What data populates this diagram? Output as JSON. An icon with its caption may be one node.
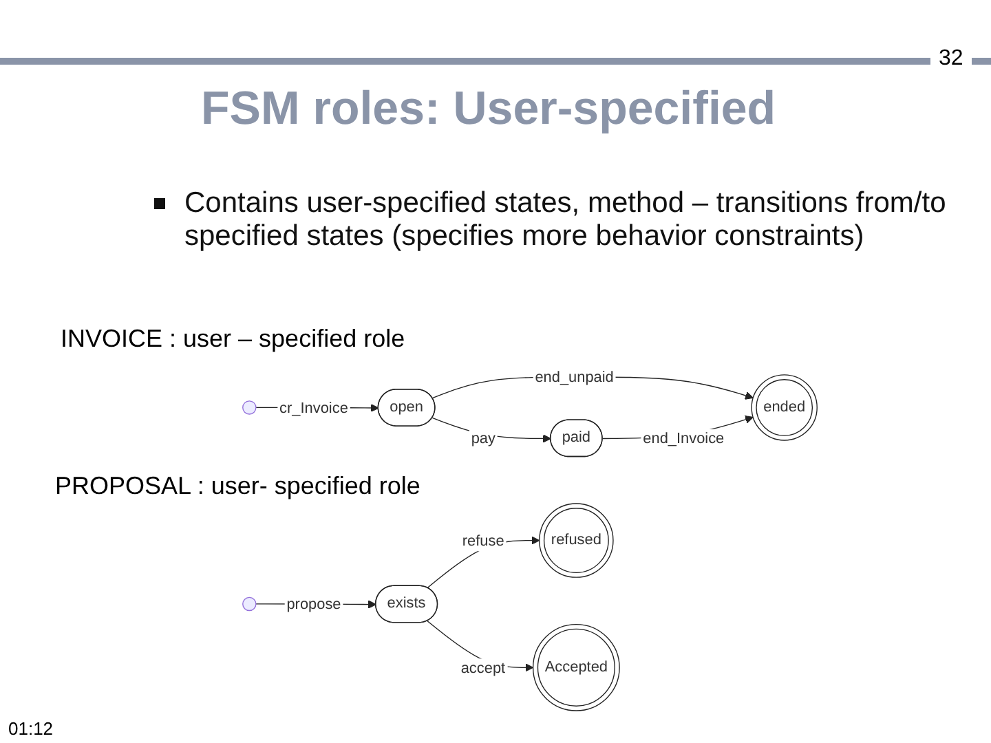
{
  "diagram": {
    "title": "FSM roles: User-specified",
    "nodes": [
      {
        "text": [],
        "shape": "circle"
      },
      {
        "text": [
          "open"
        ]
      },
      {
        "text": [
          "ended"
        ]
      },
      {
        "text": [
          "paid"
        ]
      },
      {
        "text": [],
        "shape": "circle"
      },
      {
        "text": [
          "exists"
        ]
      },
      {
        "text": [
          "refused"
        ]
      },
      {
        "text": [
          "Accepted"
        ]
      }
    ],
    "edges": [
      {
        "from": 0,
        "to": 1,
        "arrow": "to",
        "label": "cr_Invoice"
      },
      {
        "from": 1,
        "to": 2,
        "arrow": "to",
        "label": "end_unpaid"
      },
      {
        "from": 1,
        "to": 3,
        "arrow": "to",
        "label": "pay"
      },
      {
        "from": 3,
        "to": 2,
        "arrow": "to",
        "label": "end_Invoice"
      },
      {
        "from": 4,
        "to": 5,
        "arrow": "to",
        "label": "propose"
      },
      {
        "from": 5,
        "to": 6,
        "arrow": "to",
        "label": "refuse"
      },
      {
        "from": 5,
        "to": 7,
        "arrow": "to",
        "label": "accept"
      }
    ],
    "labels": [
      "32",
      "Contains user-specified states, method – transitions from/to specified states (specifies more behavior constraints)",
      "INVOICE : user – specified role",
      "PROPOSAL :  user- specified role",
      "01:12"
    ]
  }
}
